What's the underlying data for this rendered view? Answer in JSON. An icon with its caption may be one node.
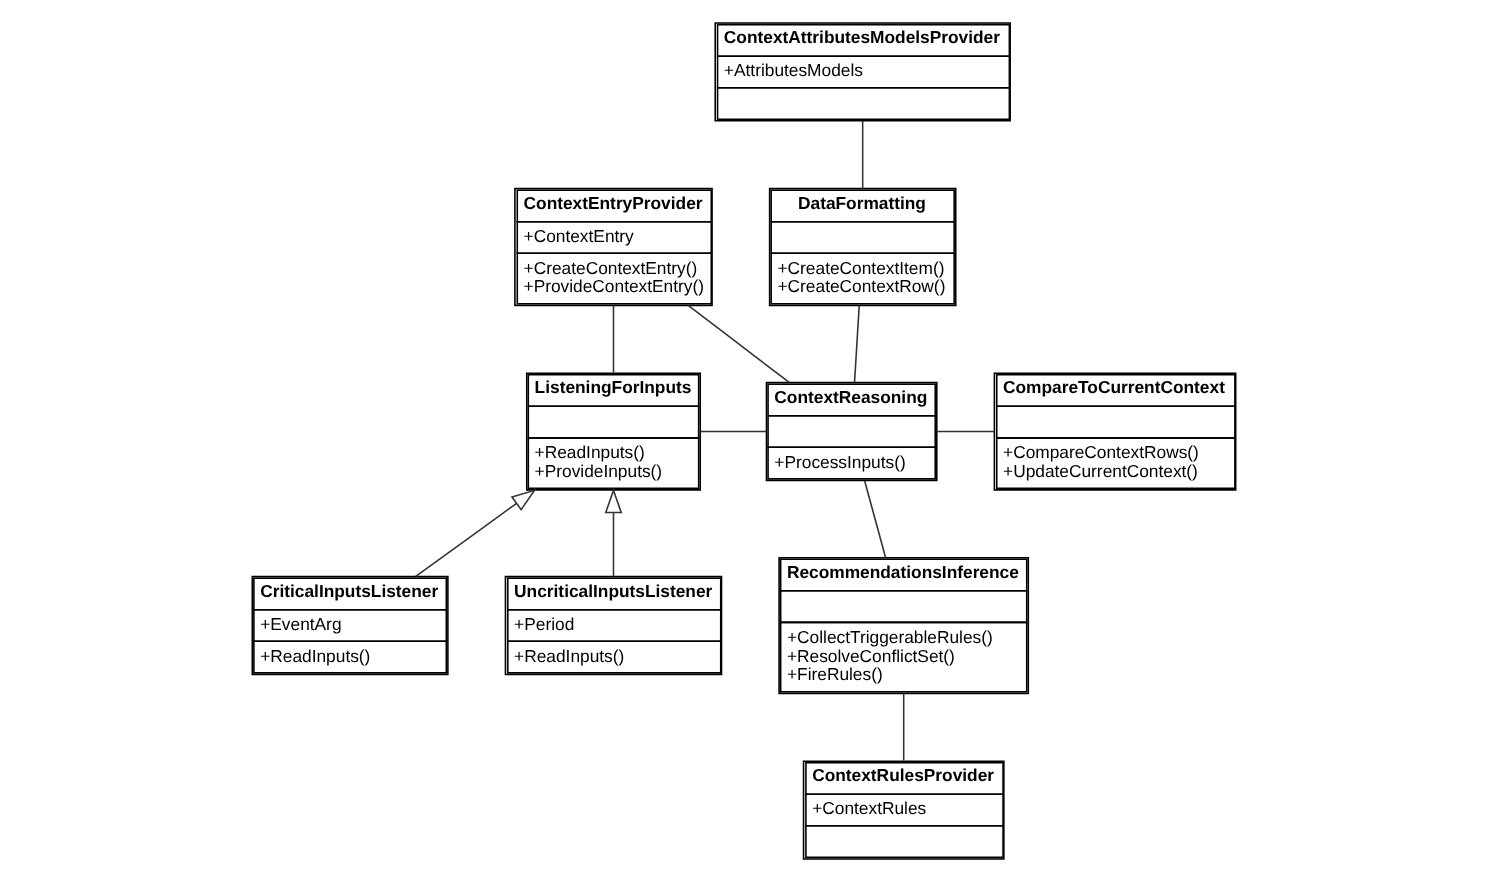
{
  "diagram": {
    "nodes": [
      {
        "text": [
          "ContextEntryProvider",
          "+ContextEntry",
          "+CreateContextEntry() +ProvideContextEntry()"
        ]
      },
      {
        "text": [
          "ContextAttributesModelsProvider",
          "+AttributesModels"
        ]
      },
      {
        "text": [
          "DataFormatting",
          "+CreateContextItem() +CreateContextRow()"
        ]
      },
      {
        "text": [
          "ListeningForInputs",
          "+ReadInputs() +ProvideInputs()"
        ]
      },
      {
        "text": [
          "ContextReasoning",
          "+ProcessInputs()"
        ]
      },
      {
        "text": [
          "CompareToCurrentContext",
          "+CompareContextRows() +UpdateCurrentContext()"
        ]
      },
      {
        "text": [
          "RecommendationsInference",
          "+CollectTriggerableRules() +ResolveConflictSet() +FireRules()"
        ]
      },
      {
        "text": [
          "CriticalInputsListener",
          "+EventArg",
          "+ReadInputs()"
        ]
      },
      {
        "text": [
          "UncriticalInputsListener",
          "+Period",
          "+ReadInputs()"
        ]
      },
      {
        "text": [
          "ContextRulesProvider",
          "+ContextRules"
        ]
      }
    ],
    "edges": [
      {
        "from": 0,
        "to": 3,
        "arrow": "none"
      },
      {
        "from": 0,
        "to": 4,
        "arrow": "none"
      },
      {
        "from": 3,
        "to": 4,
        "arrow": "none"
      },
      {
        "from": 7,
        "to": 3,
        "arrow": "to"
      },
      {
        "from": 8,
        "to": 3,
        "arrow": "to"
      },
      {
        "from": 1,
        "to": 2,
        "arrow": "none"
      },
      {
        "from": 2,
        "to": 4,
        "arrow": "none"
      },
      {
        "from": 4,
        "to": 5,
        "arrow": "none"
      },
      {
        "from": 4,
        "to": 6,
        "arrow": "none"
      },
      {
        "from": 6,
        "to": 9,
        "arrow": "none"
      }
    ]
  }
}
